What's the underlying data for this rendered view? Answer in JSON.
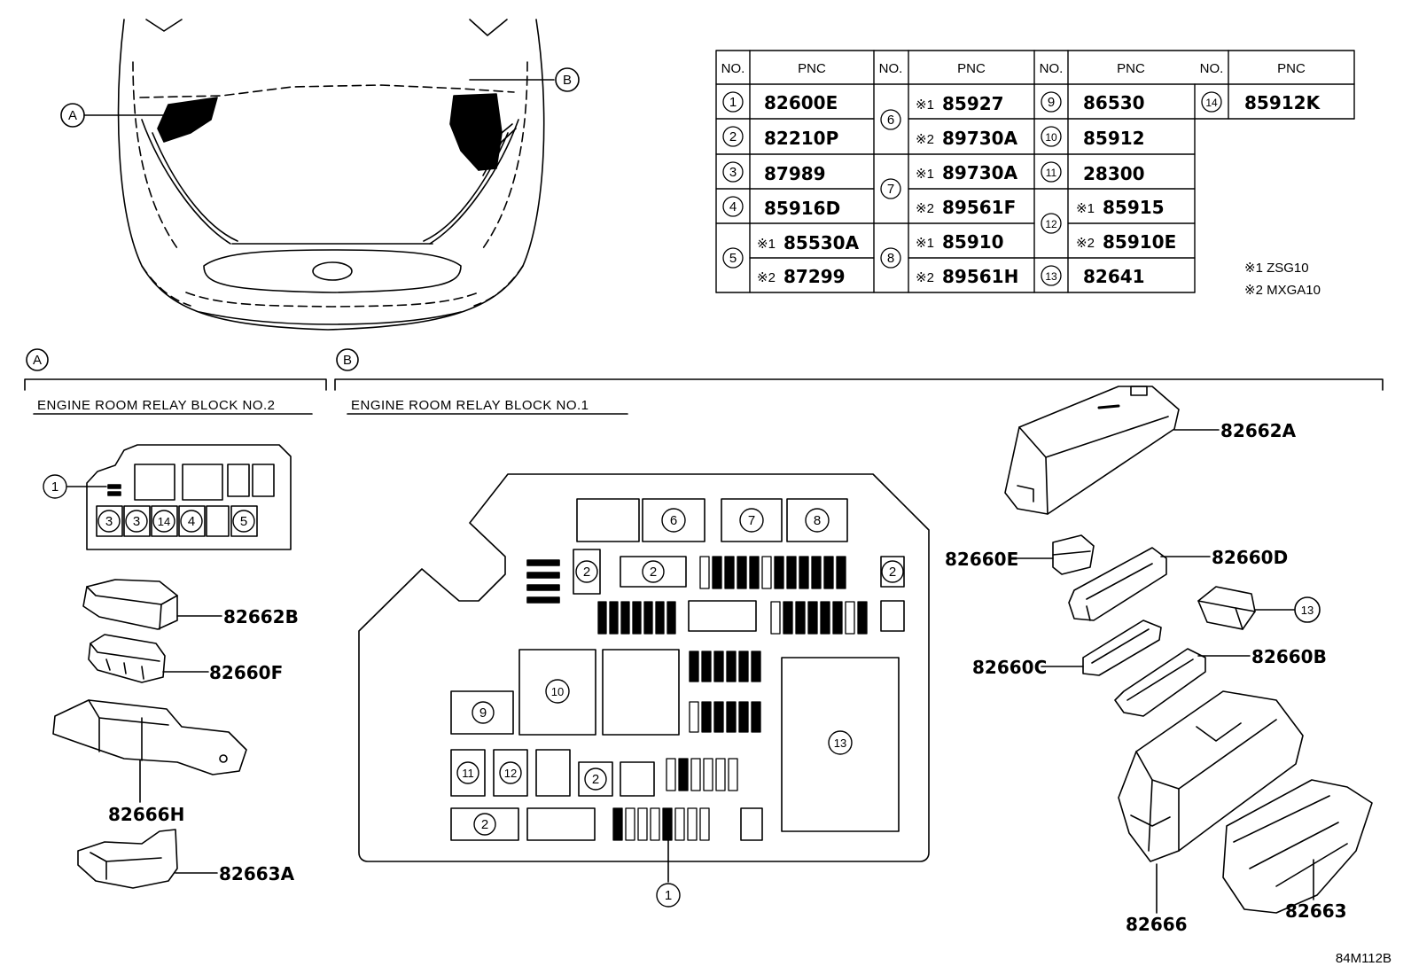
{
  "table": {
    "header_no": "NO.",
    "header_pnc": "PNC",
    "rows": [
      {
        "no": "1",
        "pnc": "82600E"
      },
      {
        "no": "2",
        "pnc": "82210P"
      },
      {
        "no": "3",
        "pnc": "87989"
      },
      {
        "no": "4",
        "pnc": "85916D"
      },
      {
        "no": "5",
        "variants": [
          {
            "mark": "※1",
            "pnc": "85530A"
          },
          {
            "mark": "※2",
            "pnc": "87299"
          }
        ]
      },
      {
        "no": "6",
        "variants": [
          {
            "mark": "※1",
            "pnc": "85927"
          },
          {
            "mark": "※2",
            "pnc": "89730A"
          }
        ]
      },
      {
        "no": "7",
        "variants": [
          {
            "mark": "※1",
            "pnc": "89730A"
          },
          {
            "mark": "※2",
            "pnc": "89561F"
          }
        ]
      },
      {
        "no": "8",
        "variants": [
          {
            "mark": "※1",
            "pnc": "85910"
          },
          {
            "mark": "※2",
            "pnc": "89561H"
          }
        ]
      },
      {
        "no": "9",
        "pnc": "86530"
      },
      {
        "no": "10",
        "pnc": "85912"
      },
      {
        "no": "11",
        "pnc": "28300"
      },
      {
        "no": "12",
        "variants": [
          {
            "mark": "※1",
            "pnc": "85915"
          },
          {
            "mark": "※2",
            "pnc": "85910E"
          }
        ]
      },
      {
        "no": "13",
        "pnc": "82641"
      },
      {
        "no": "14",
        "pnc": "85912K"
      }
    ]
  },
  "notes": [
    "※1 ZSG10",
    "※2 MXGA10"
  ],
  "views": {
    "a": {
      "letter": "A",
      "title": "ENGINE ROOM RELAY BLOCK NO.2"
    },
    "b": {
      "letter": "B",
      "title": "ENGINE ROOM RELAY BLOCK NO.1"
    }
  },
  "block_a_callouts": [
    "1",
    "3",
    "3",
    "14",
    "4",
    "5"
  ],
  "block_b_callouts": [
    "6",
    "7",
    "8",
    "2",
    "2",
    "2",
    "10",
    "9",
    "13",
    "11",
    "12",
    "2",
    "2",
    "1"
  ],
  "parts": {
    "p82662A": "82662A",
    "p82660E": "82660E",
    "p82660D": "82660D",
    "p82660C": "82660C",
    "p82660B": "82660B",
    "p82666": "82666",
    "p82663": "82663",
    "p82662B": "82662B",
    "p82660F": "82660F",
    "p82666H": "82666H",
    "p82663A": "82663A",
    "callout13": "13"
  },
  "figure_id": "84M112B",
  "colors": {
    "ink": "#000000",
    "paper": "#ffffff"
  }
}
